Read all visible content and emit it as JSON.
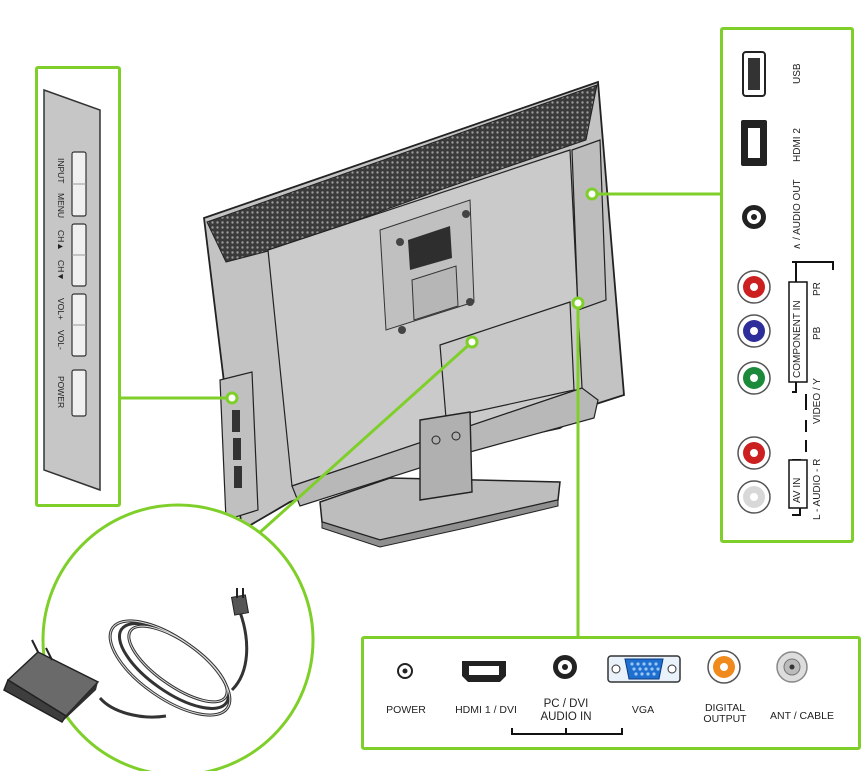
{
  "colors": {
    "accent_green": "#7fcf2a",
    "tv_gray": "#c6c6c6",
    "line": "#222222"
  },
  "side_buttons": {
    "input": "INPUT",
    "menu": "MENU",
    "ch_up": "CH▲",
    "ch_down": "CH▼",
    "vol_up": "VOL+",
    "vol_down": "VOL-",
    "power": "POWER"
  },
  "side_ports": {
    "usb": "USB",
    "hdmi2": "HDMI 2",
    "audio_out": "∧ / AUDIO OUT",
    "component_in": "COMPONENT IN",
    "pr": "PR",
    "pb": "PB",
    "video_y": "VIDEO / Y",
    "av_in": "AV IN",
    "audio_lr": "L - AUDIO - R"
  },
  "bottom_ports": {
    "power": "POWER",
    "hdmi1": "HDMI 1 / DVI",
    "pc_dvi": "PC / DVI",
    "audio_in": "AUDIO IN",
    "vga": "VGA",
    "digital": "DIGITAL",
    "output": "OUTPUT",
    "ant": "ANT / CABLE"
  },
  "icons": [
    "power-adapter-icon",
    "usb-port-icon",
    "hdmi-port-icon",
    "vga-port-icon",
    "rca-jack-icon",
    "coax-port-icon"
  ]
}
